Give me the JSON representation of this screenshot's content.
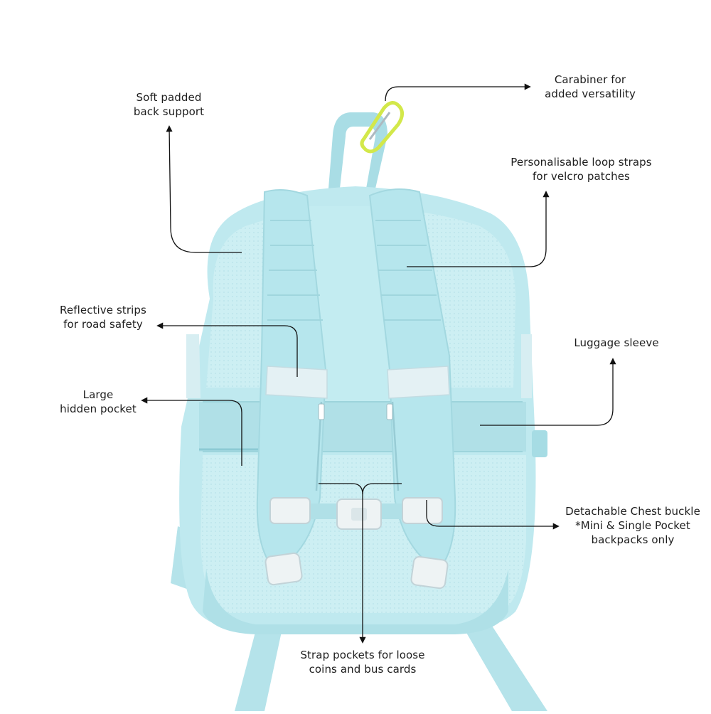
{
  "colors": {
    "background": "#ffffff",
    "backpack_body": "#bfe9ef",
    "backpack_shade": "#a6dce4",
    "mesh": "#cdeff3",
    "reflective": "#e4f1f4",
    "carabiner": "#d3e84a",
    "buckle": "#eef3f4",
    "leader_line": "#111111",
    "text": "#1d1d1d"
  },
  "callouts": [
    {
      "id": "carabiner",
      "lines": [
        "Carabiner for",
        "added versatility"
      ]
    },
    {
      "id": "back-support",
      "lines": [
        "Soft padded",
        "back support"
      ]
    },
    {
      "id": "loop-straps",
      "lines": [
        "Personalisable loop straps",
        "for velcro patches"
      ]
    },
    {
      "id": "reflective",
      "lines": [
        "Reflective strips",
        "for road safety"
      ]
    },
    {
      "id": "luggage",
      "lines": [
        "Luggage sleeve"
      ]
    },
    {
      "id": "hidden-pocket",
      "lines": [
        "Large",
        "hidden pocket"
      ]
    },
    {
      "id": "chest-buckle",
      "lines": [
        "Detachable Chest buckle",
        "*Mini & Single Pocket",
        "backpacks only"
      ]
    },
    {
      "id": "strap-pockets",
      "lines": [
        "Strap pockets for loose",
        "coins and bus cards"
      ]
    }
  ]
}
